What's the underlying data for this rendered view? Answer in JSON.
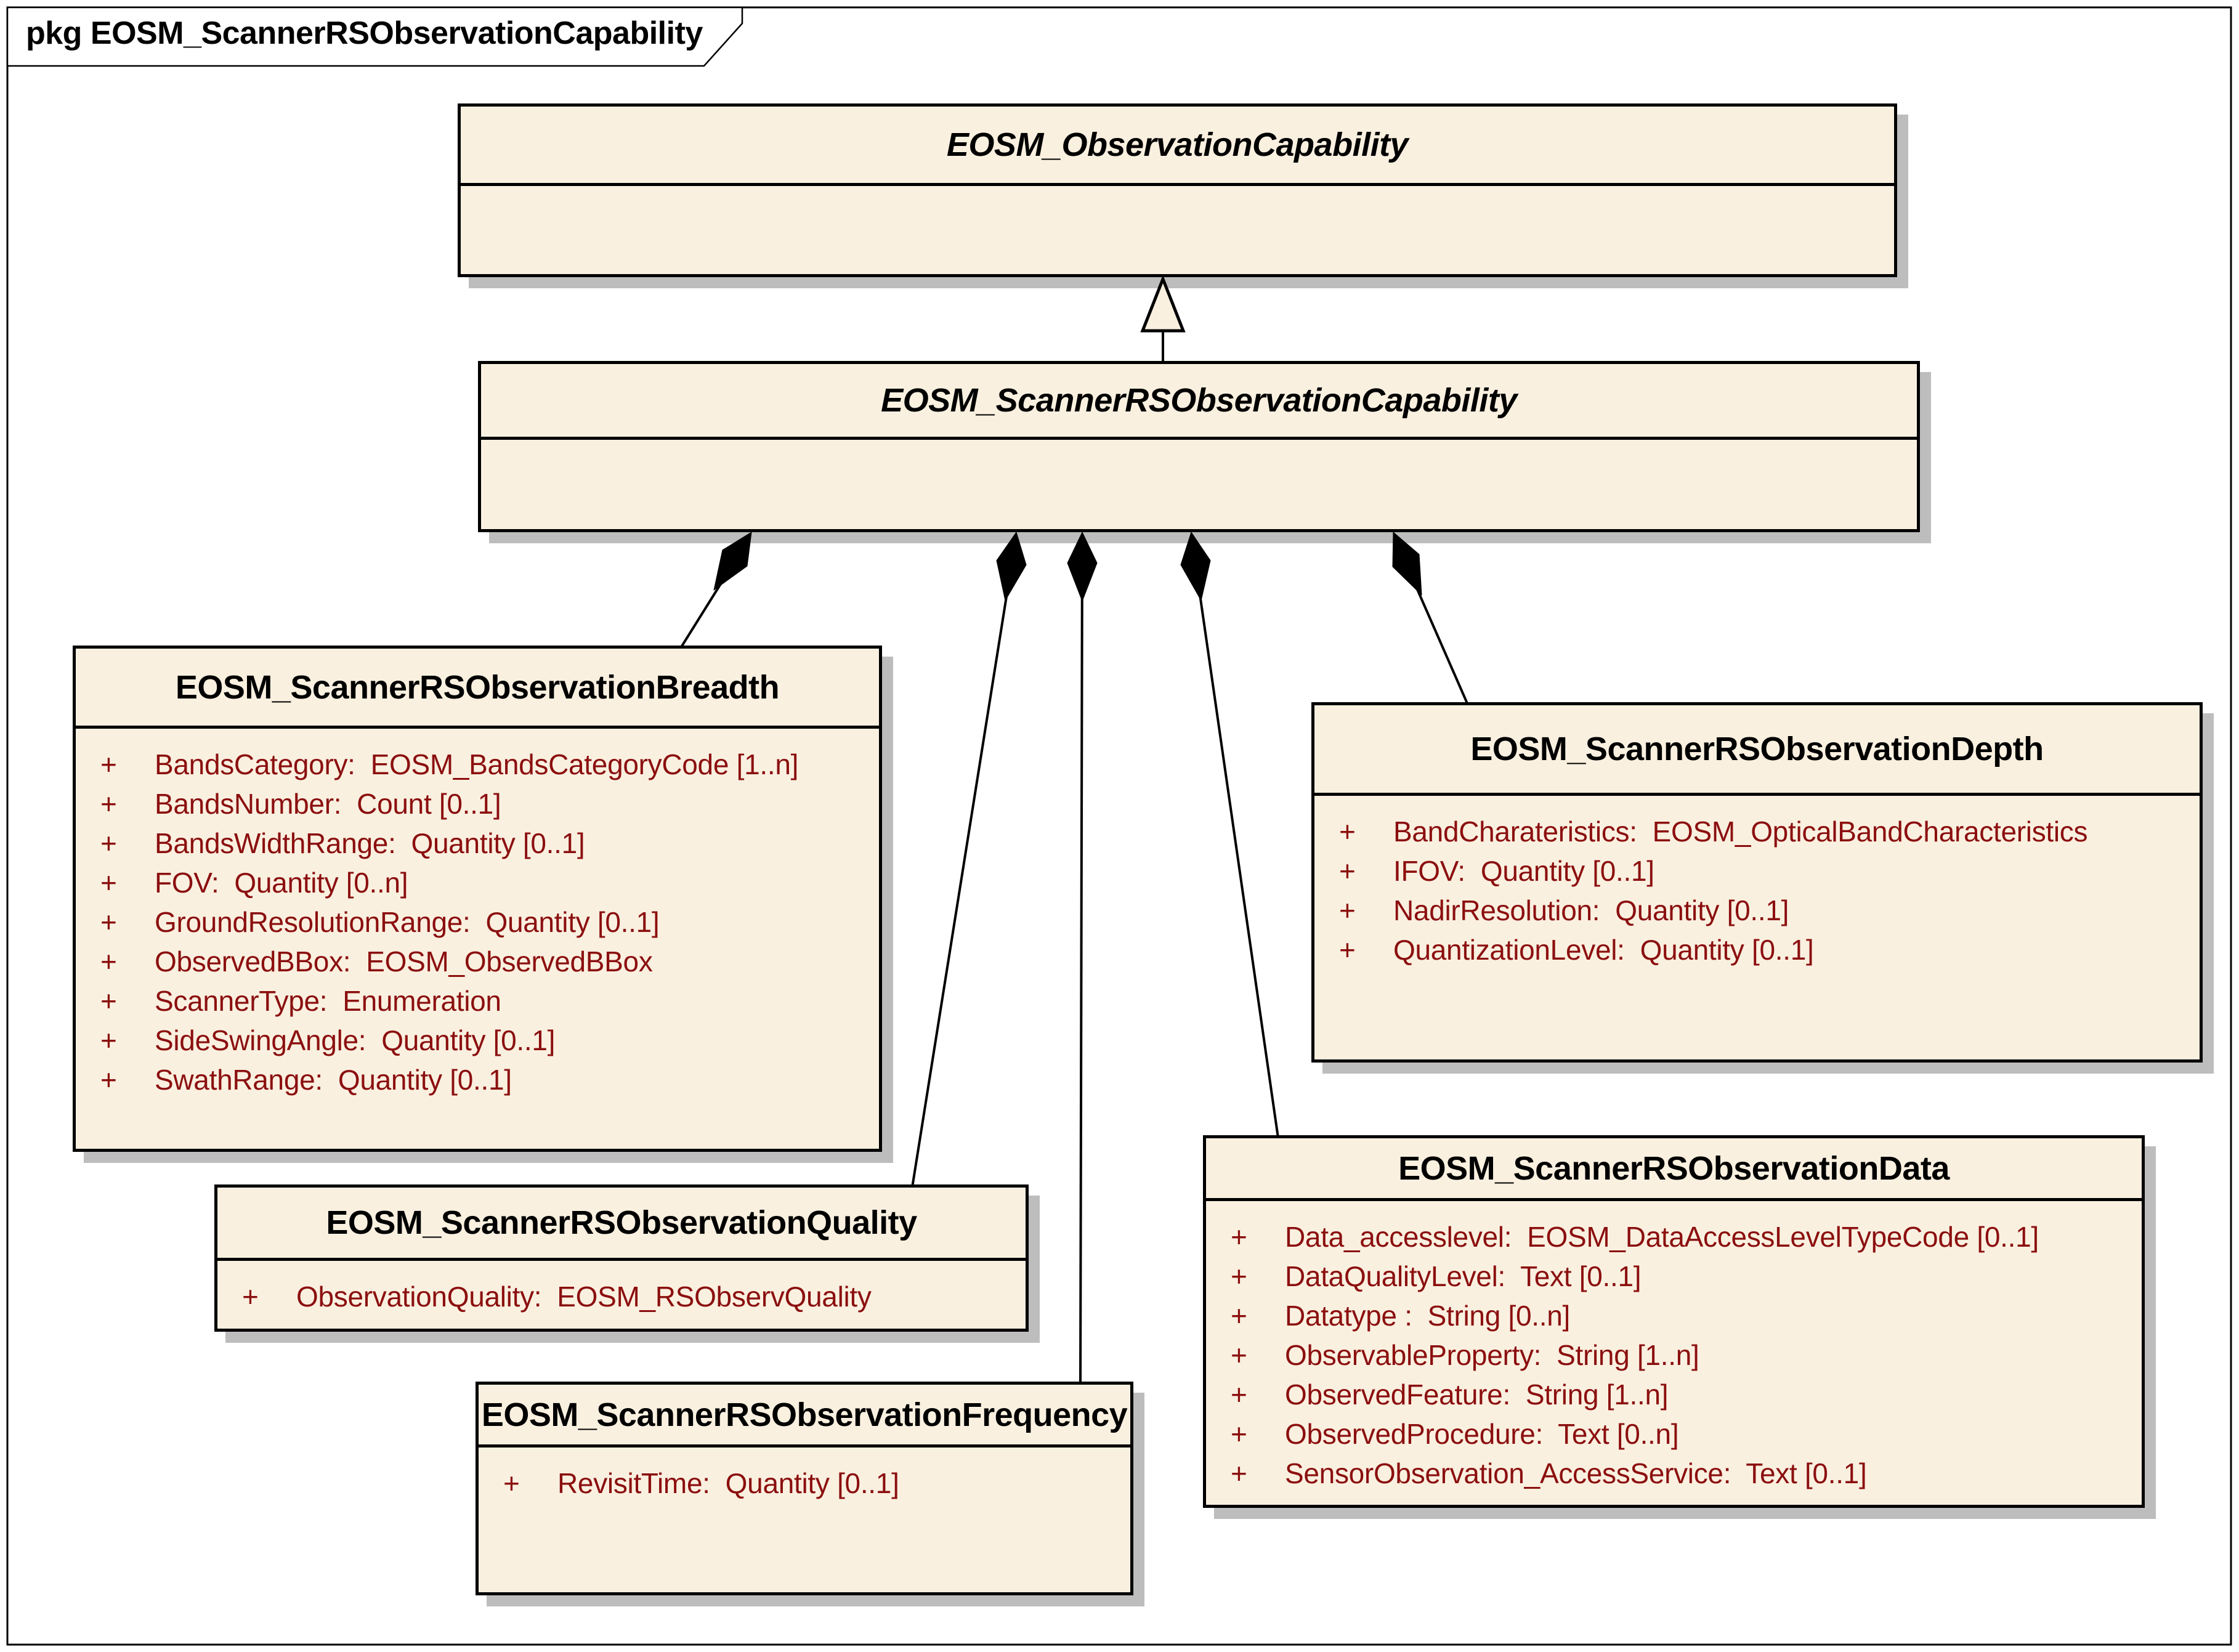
{
  "diagram": {
    "title": "pkg EOSM_ScannerRSObservationCapability"
  },
  "colors": {
    "box_fill": "#FAF0E0",
    "attr_text": "#8B0F0F",
    "shadow": "#BDBDBD",
    "line": "#000000"
  },
  "classes": [
    {
      "id": "observation-capability",
      "name": "EOSM_ObservationCapability",
      "abstract": true,
      "attributes": []
    },
    {
      "id": "scanner-capability",
      "name": "EOSM_ScannerRSObservationCapability",
      "abstract": true,
      "attributes": []
    },
    {
      "id": "breadth",
      "name": "EOSM_ScannerRSObservationBreadth",
      "abstract": false,
      "attributes": [
        {
          "vis": "+",
          "text": "BandsCategory:  EOSM_BandsCategoryCode [1..n]"
        },
        {
          "vis": "+",
          "text": "BandsNumber:  Count [0..1]"
        },
        {
          "vis": "+",
          "text": "BandsWidthRange:  Quantity [0..1]"
        },
        {
          "vis": "+",
          "text": "FOV:  Quantity [0..n]"
        },
        {
          "vis": "+",
          "text": "GroundResolutionRange:  Quantity [0..1]"
        },
        {
          "vis": "+",
          "text": "ObservedBBox:  EOSM_ObservedBBox"
        },
        {
          "vis": "+",
          "text": "ScannerType:  Enumeration"
        },
        {
          "vis": "+",
          "text": "SideSwingAngle:  Quantity [0..1]"
        },
        {
          "vis": "+",
          "text": "SwathRange:  Quantity [0..1]"
        }
      ]
    },
    {
      "id": "depth",
      "name": "EOSM_ScannerRSObservationDepth",
      "abstract": false,
      "attributes": [
        {
          "vis": "+",
          "text": "BandCharateristics:  EOSM_OpticalBandCharacteristics"
        },
        {
          "vis": "+",
          "text": "IFOV:  Quantity [0..1]"
        },
        {
          "vis": "+",
          "text": "NadirResolution:  Quantity [0..1]"
        },
        {
          "vis": "+",
          "text": "QuantizationLevel:  Quantity [0..1]"
        }
      ]
    },
    {
      "id": "quality",
      "name": "EOSM_ScannerRSObservationQuality",
      "abstract": false,
      "attributes": [
        {
          "vis": "+",
          "text": "ObservationQuality:  EOSM_RSObservQuality"
        }
      ]
    },
    {
      "id": "frequency",
      "name": "EOSM_ScannerRSObservationFrequency",
      "abstract": false,
      "attributes": [
        {
          "vis": "+",
          "text": "RevisitTime:  Quantity [0..1]"
        }
      ]
    },
    {
      "id": "data",
      "name": "EOSM_ScannerRSObservationData",
      "abstract": false,
      "attributes": [
        {
          "vis": "+",
          "text": "Data_accesslevel:  EOSM_DataAccessLevelTypeCode [0..1]"
        },
        {
          "vis": "+",
          "text": "DataQualityLevel:  Text [0..1]"
        },
        {
          "vis": "+",
          "text": "Datatype :  String [0..n]"
        },
        {
          "vis": "+",
          "text": "ObservableProperty:  String [1..n]"
        },
        {
          "vis": "+",
          "text": "ObservedFeature:  String [1..n]"
        },
        {
          "vis": "+",
          "text": "ObservedProcedure:  Text [0..n]"
        },
        {
          "vis": "+",
          "text": "SensorObservation_AccessService:  Text [0..1]"
        }
      ]
    }
  ],
  "relations": [
    {
      "type": "generalization",
      "source": "scanner-capability",
      "target": "observation-capability"
    },
    {
      "type": "composition",
      "source": "scanner-capability",
      "target": "breadth"
    },
    {
      "type": "composition",
      "source": "scanner-capability",
      "target": "quality"
    },
    {
      "type": "composition",
      "source": "scanner-capability",
      "target": "frequency"
    },
    {
      "type": "composition",
      "source": "scanner-capability",
      "target": "data"
    },
    {
      "type": "composition",
      "source": "scanner-capability",
      "target": "depth"
    }
  ]
}
